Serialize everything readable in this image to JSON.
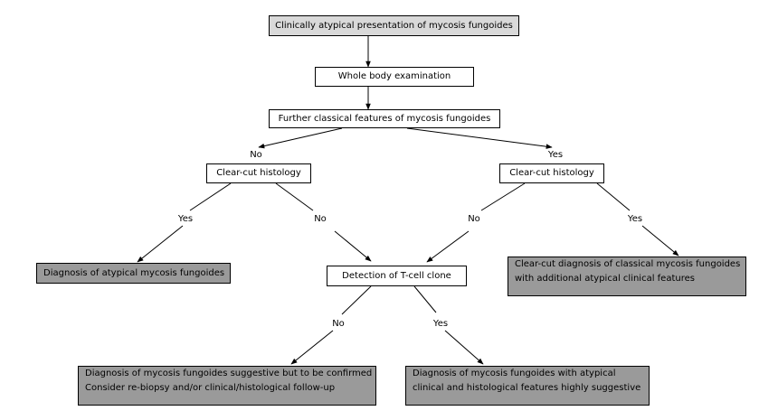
{
  "nodes": {
    "start": "Clinically atypical presentation of mycosis fungoides",
    "exam": "Whole body examination",
    "further": "Further classical features of mycosis fungoides",
    "histo_left": "Clear-cut histology",
    "histo_right": "Clear-cut histology",
    "diag_atypical": "Diagnosis of atypical mycosis fungoides",
    "tcell": "Detection of T-cell clone",
    "diag_classical": [
      "Clear-cut diagnosis of classical mycosis fungoides",
      "with additional atypical clinical features"
    ],
    "diag_suggestive": [
      "Diagnosis of mycosis fungoides suggestive but to be confirmed",
      "Consider re-biopsy and/or clinical/histological follow-up"
    ],
    "diag_highly": [
      "Diagnosis of mycosis fungoides with atypical",
      "clinical and histological features highly suggestive"
    ]
  },
  "labels": {
    "further_no": "No",
    "further_yes": "Yes",
    "histo_left_yes": "Yes",
    "histo_left_no": "No",
    "histo_right_no": "No",
    "histo_right_yes": "Yes",
    "tcell_no": "No",
    "tcell_yes": "Yes"
  }
}
